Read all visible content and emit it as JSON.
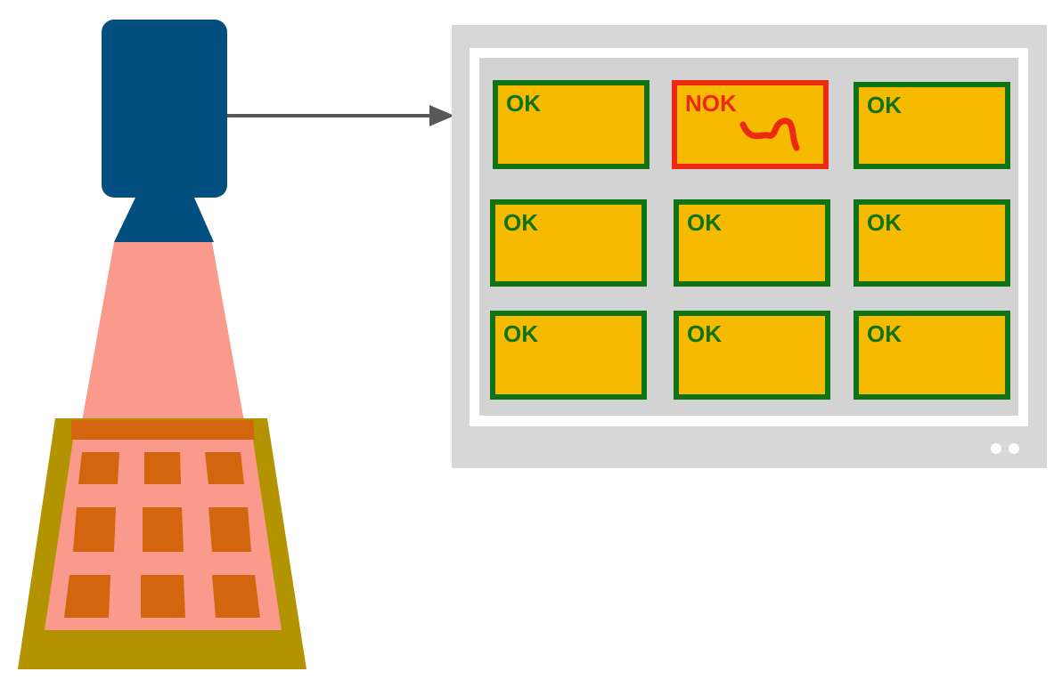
{
  "colors": {
    "camera": "#034f7f",
    "beam": "#f99a8c",
    "tray": "#b49300",
    "tray_cell": "#d2650d",
    "monitor_bezel": "#d7d7d7",
    "monitor_border": "#ffffff",
    "monitor_screen": "#d3d3d3",
    "cell_fill": "#f6ba00",
    "ok_color": "#0f7311",
    "nok_color": "#ec2a12",
    "arrow": "#585858"
  },
  "icons": {
    "camera": "camera-icon",
    "arrow": "right-arrow-icon",
    "defect": "defect-squiggle-icon"
  },
  "monitor": {
    "cells": [
      {
        "label": "OK",
        "status": "ok"
      },
      {
        "label": "NOK",
        "status": "nok"
      },
      {
        "label": "OK",
        "status": "ok"
      },
      {
        "label": "OK",
        "status": "ok"
      },
      {
        "label": "OK",
        "status": "ok"
      },
      {
        "label": "OK",
        "status": "ok"
      },
      {
        "label": "OK",
        "status": "ok"
      },
      {
        "label": "OK",
        "status": "ok"
      },
      {
        "label": "OK",
        "status": "ok"
      }
    ]
  }
}
